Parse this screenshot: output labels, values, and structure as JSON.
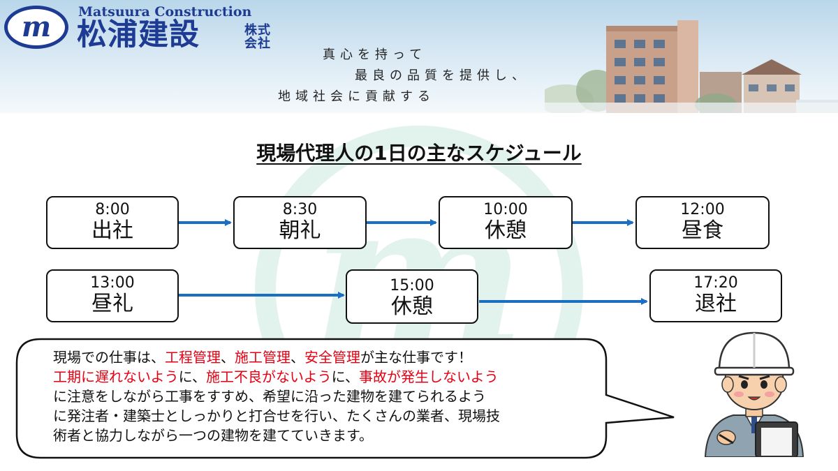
{
  "header": {
    "logo_letter": "m",
    "company_en": "Matsuura Construction",
    "company_jp": "松浦建設",
    "company_type": "株式会社",
    "slogan_lines": [
      "真心を持って",
      "最良の品質を提供し、",
      "地域社会に貢献する"
    ]
  },
  "watermark_letter": "m",
  "title": "現場代理人の1日の主なスケジュール",
  "schedule": [
    {
      "time": "8:00",
      "event": "出社"
    },
    {
      "time": "8:30",
      "event": "朝礼"
    },
    {
      "time": "10:00",
      "event": "休憩"
    },
    {
      "time": "12:00",
      "event": "昼食"
    },
    {
      "time": "13:00",
      "event": "昼礼"
    },
    {
      "time": "15:00",
      "event": "休憩"
    },
    {
      "time": "17:20",
      "event": "退社"
    }
  ],
  "message": {
    "l1a": "現場での仕事は、",
    "l1b": "工程管理",
    "l1c": "、",
    "l1d": "施工管理",
    "l1e": "、",
    "l1f": "安全管理",
    "l1g": "が主な仕事です！",
    "l2a": "工期に遅れないよう",
    "l2b": "に、",
    "l2c": "施工不良がないよう",
    "l2d": "に、",
    "l2e": "事故が発生しないよう",
    "l3": "に注意をしながら工事をすすめ、希望に沿った建物を建てられるよう",
    "l4": "に発注者・建築士としっかりと打合せを行い、たくさんの業者、現場技",
    "l5": "術者と協力しながら一つの建物を建てていきます。"
  },
  "colors": {
    "brand": "#1e3b93",
    "accent_red": "#e60012",
    "arrow": "#1a6fc4"
  }
}
